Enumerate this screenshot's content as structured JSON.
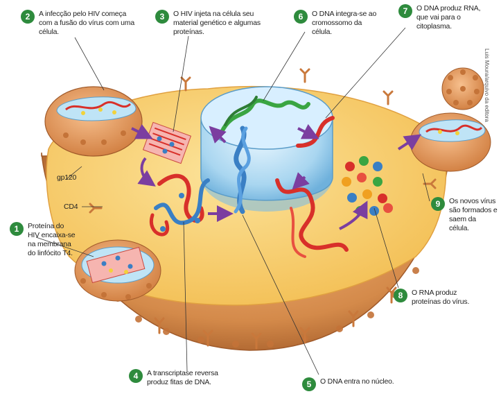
{
  "labels": {
    "gp120": "gp120",
    "cd4": "CD4",
    "credit": "Luis Moura/arquivo da editora"
  },
  "steps": [
    {
      "number": "1",
      "text": "Proteína do HIV encaixa-se na membrana do linfócito T4."
    },
    {
      "number": "2",
      "text": "A infecção pelo HIV começa com a fusão do vírus com uma célula."
    },
    {
      "number": "3",
      "text": "O HIV injeta na célula seu material genético e algumas proteínas."
    },
    {
      "number": "4",
      "text": "A transcriptase reversa produz fitas de DNA."
    },
    {
      "number": "5",
      "text": "O DNA entra no núcleo."
    },
    {
      "number": "6",
      "text": "O DNA integra-se ao cromossomo da célula."
    },
    {
      "number": "7",
      "text": "O DNA produz RNA, que vai para o citoplasma."
    },
    {
      "number": "8",
      "text": "O RNA produz proteínas do vírus."
    },
    {
      "number": "9",
      "text": "Os novos vírus são formados e saem da célula."
    }
  ],
  "colors": {
    "badge": "#2e8b3d",
    "cytoplasm": "#f7c964",
    "membrane": "#d48a4a",
    "nucleus": "#9fd0ec",
    "rna": "#d8302a",
    "dna": "#3a7fc4",
    "dna_green": "#3aa542",
    "arrow": "#7b3ea0"
  }
}
